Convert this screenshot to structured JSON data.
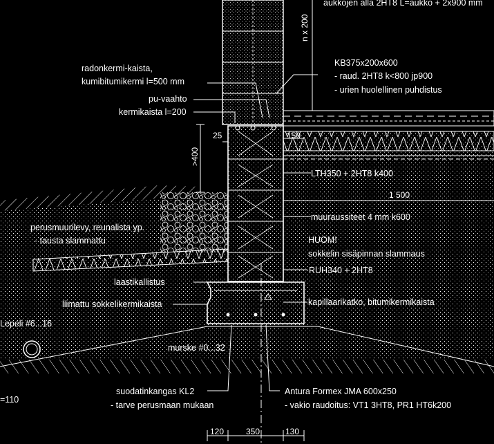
{
  "labels": {
    "top_note": "aukkojen alla 2HT8 L=aukko + 2x900 mm",
    "n_x_200": "n x 200",
    "radonkermi_1": "radonkermi-kaista,",
    "radonkermi_2": "kumibitumikermi l=500 mm",
    "pu_vaahto": "pu-vaahto",
    "kermikaista": "kermikaista l=200",
    "kb_1": "KB375x200x600",
    "kb_2": "- raud. 2HT8 k<800 jp900",
    "kb_3": "- urien huolellinen puhdistus",
    "dim_25": "25",
    "dim_150": "150",
    "dim_400": ">400",
    "lth": "LTH350 + 2HT8 k400",
    "dim_1500": "1 500",
    "perusmuuri_1": "perusmuurilevy, reunalista yp.",
    "perusmuuri_2": "- tausta slammattu",
    "muuraussiteet": "muuraussiteet 4 mm k600",
    "huom_1": "HUOM!",
    "huom_2": "sokkelin sisäpinnan slammaus",
    "ruh": "RUH340 + 2HT8",
    "laastikallistus": "laastikallistus",
    "liimattu": "liimattu sokkelikermikaista",
    "kapillaari": "kapillaarikatko, bitumikermikaista",
    "salaoja": "Lepeli #6...16",
    "murske": "murske #0...32",
    "left_110": "=110",
    "suodatin_1": "suodatinkangas KL2",
    "suodatin_2": "- tarve perusmaan mukaan",
    "antura_1": "Antura Formex JMA 600x250",
    "antura_2": "- vakio raudoitus: VT1 3HT8, PR1 HT6k200",
    "dim_120": "120",
    "dim_350": "350",
    "dim_130": "130"
  },
  "colors": {
    "background": "#000000",
    "line": "#ffffff"
  }
}
